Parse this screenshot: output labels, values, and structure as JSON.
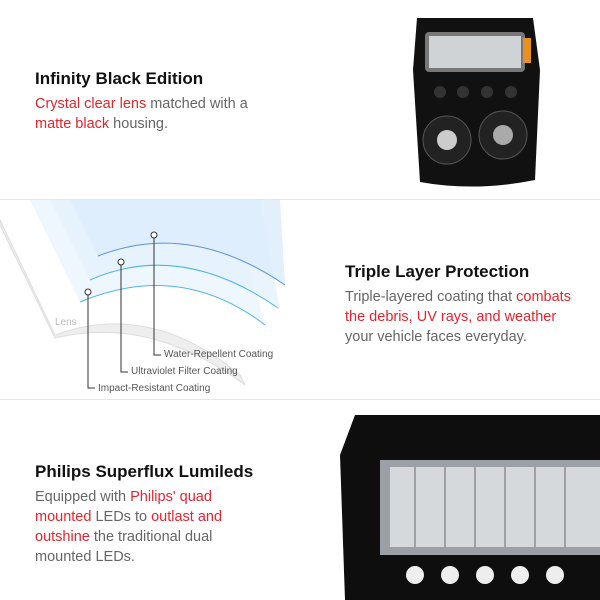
{
  "sections": [
    {
      "title": "Infinity Black Edition",
      "body": [
        {
          "t": "Crystal clear lens",
          "red": true
        },
        {
          "t": " matched with a ",
          "red": false
        },
        {
          "t": "matte black",
          "red": true
        },
        {
          "t": " housing.",
          "red": false
        }
      ]
    },
    {
      "title": "Triple Layer Protection",
      "body": [
        {
          "t": "Triple-layered coating that ",
          "red": false
        },
        {
          "t": "combats the debris, UV rays, and weather",
          "red": true
        },
        {
          "t": " your vehicle faces everyday.",
          "red": false
        }
      ],
      "diagram": {
        "lens_label": "Lens",
        "labels": [
          "Water-Repellent Coating",
          "Ultraviolet Filter Coating",
          "Impact-Resistant Coating"
        ]
      }
    },
    {
      "title": "Philips Superflux Lumileds",
      "body": [
        {
          "t": "Equipped with ",
          "red": false
        },
        {
          "t": "Philips' quad mounted",
          "red": true
        },
        {
          "t": " LEDs to ",
          "red": false
        },
        {
          "t": "outlast and outshine",
          "red": true
        },
        {
          "t": " the traditional dual mounted LEDs.",
          "red": false
        }
      ]
    }
  ],
  "colors": {
    "accent": "#e0262e",
    "coating": "#4fb3f0"
  }
}
